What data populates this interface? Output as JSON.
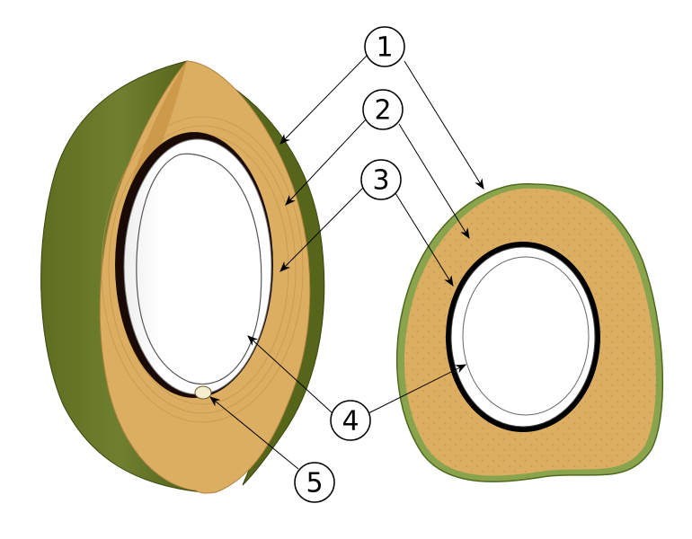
{
  "callouts": [
    {
      "label": "1"
    },
    {
      "label": "2"
    },
    {
      "label": "3"
    },
    {
      "label": "4"
    },
    {
      "label": "5"
    }
  ],
  "colors": {
    "husk_dark": "#596b1c",
    "husk_mid": "#6e7f2a",
    "husk_light": "#a9c07a",
    "mesocarp": "#dcae62",
    "mesocarp_dark": "#c99546",
    "shell": "#1a0a05",
    "endosperm": "#ffffff",
    "embryo": "#f3eed0"
  }
}
